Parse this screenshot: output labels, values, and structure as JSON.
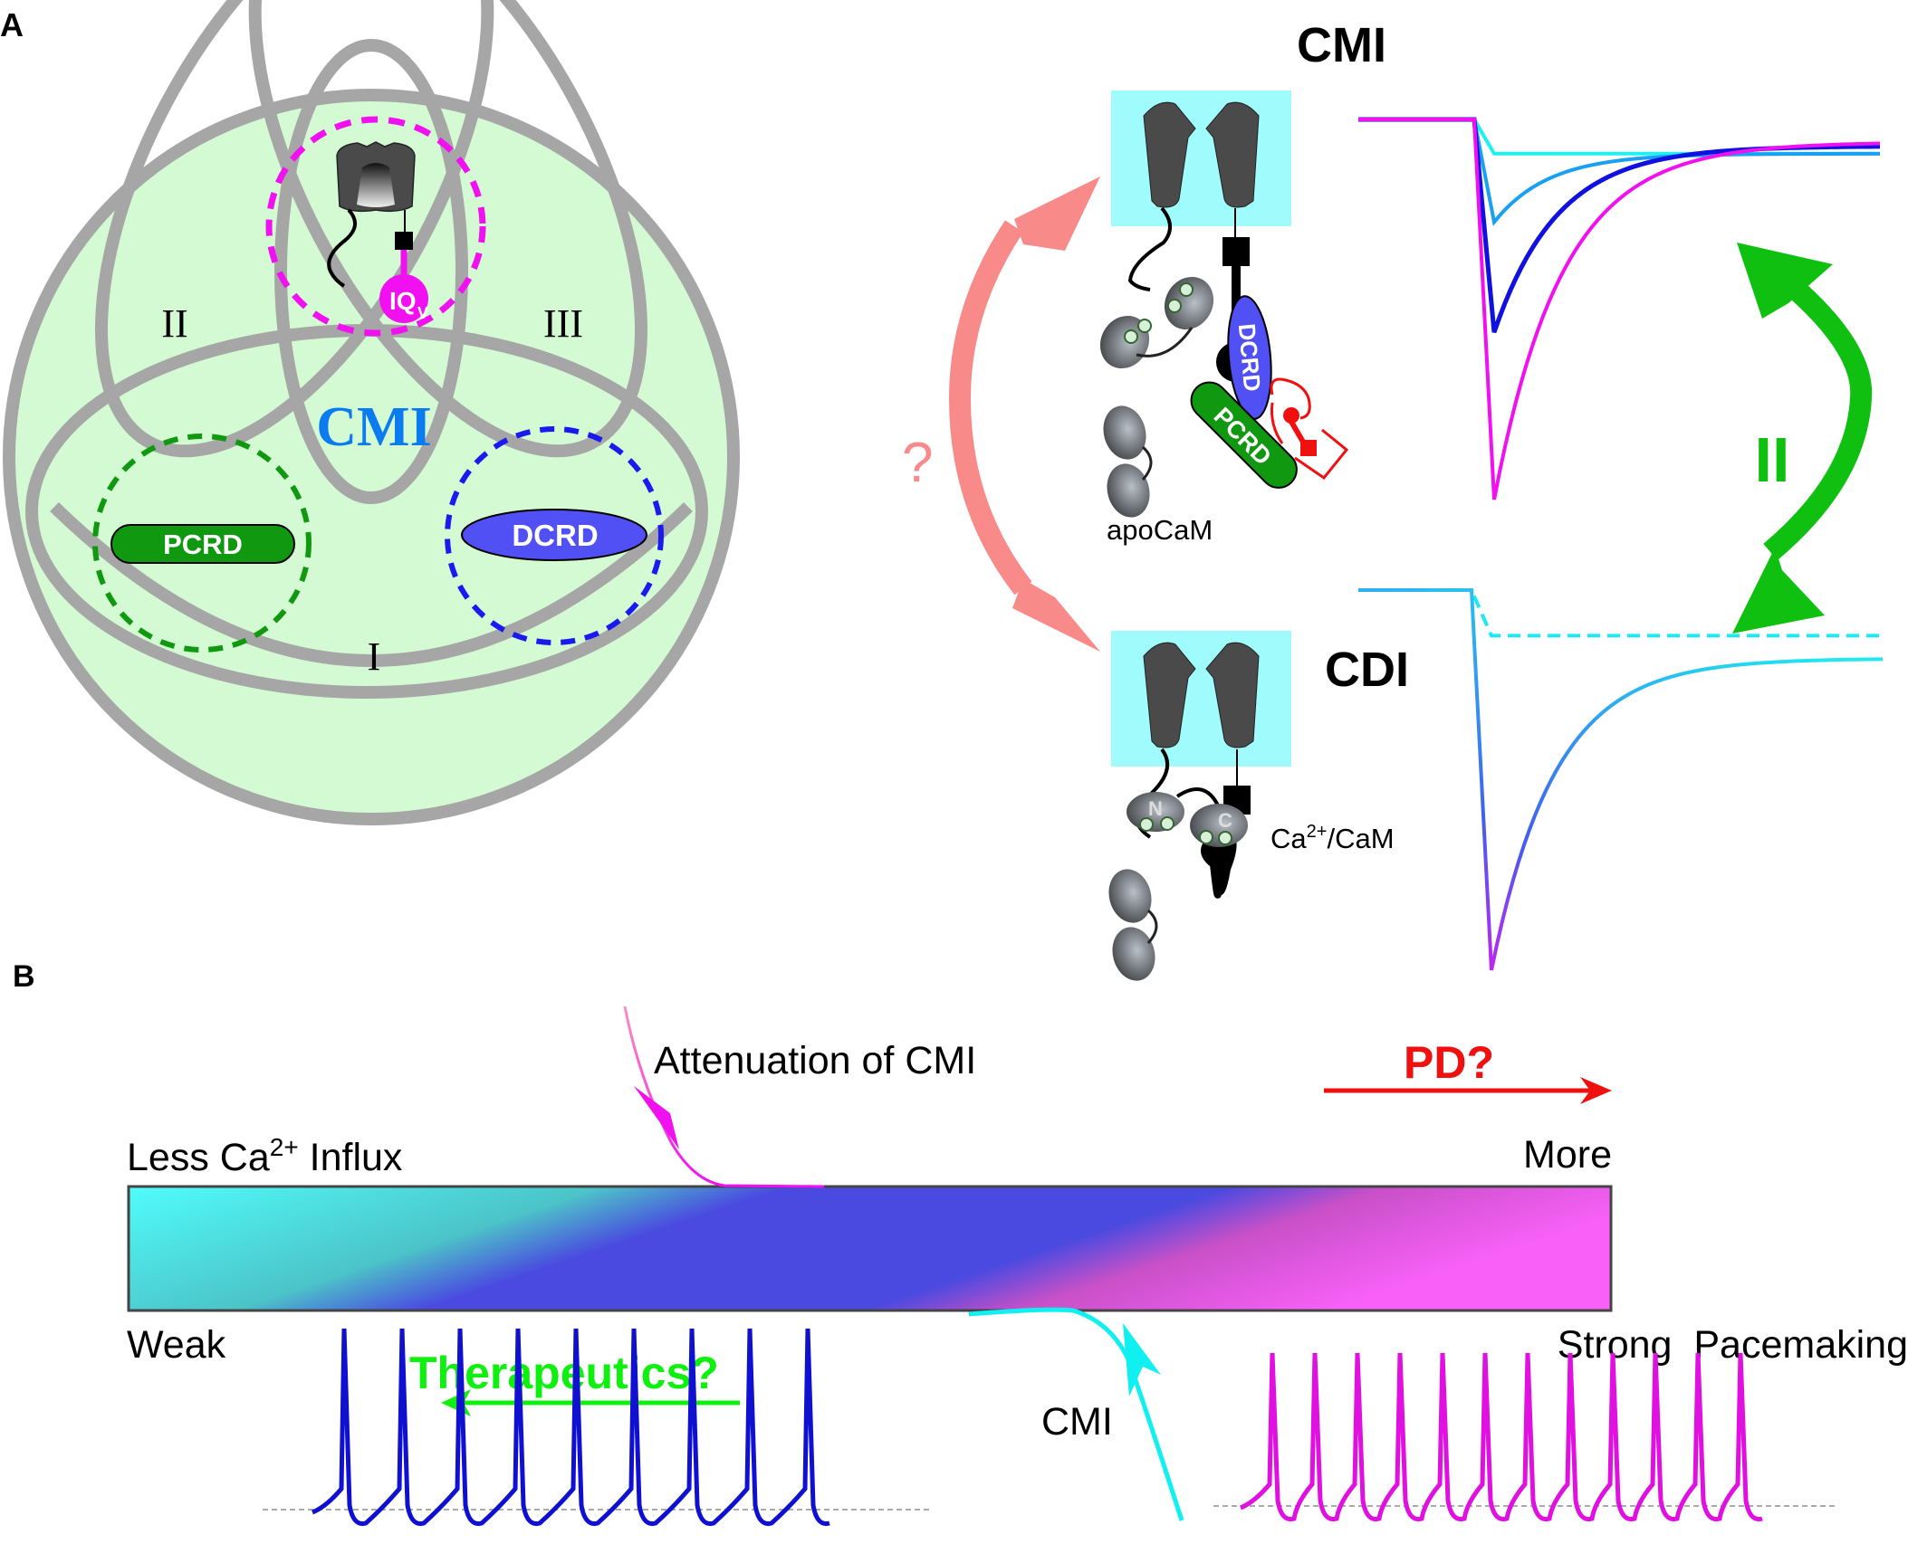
{
  "panels": {
    "a_label": "A",
    "b_label": "B"
  },
  "venn": {
    "regions": {
      "top": "",
      "left": "II",
      "right": "III",
      "bottom": "I"
    },
    "center_label": "CMI",
    "domains": {
      "pcrd": "PCRD",
      "dcrd": "DCRD",
      "iq_main": "IQ",
      "iq_sub": "V"
    },
    "colors": {
      "fill": "#d4fad4",
      "outline": "#a6a6a6",
      "cmi": "#0a7cf0",
      "pcrd": "#109910",
      "dcrd": "#5050f5",
      "iq": "#f010f0"
    }
  },
  "mechanism": {
    "cmi_title": "CMI",
    "cdi_title": "CDI",
    "question_mark": "?",
    "equal_sign": "II",
    "apocam_label": "apoCaM",
    "ca_cam_base": "Ca",
    "ca_cam_sup": "2+",
    "ca_cam_rest": "/CaM",
    "n_lobe": "N",
    "c_lobe": "C",
    "dcrd_label": "DCRD",
    "pcrd_label": "PCRD",
    "colors": {
      "membrane": "#a0fcfc",
      "channel": "#4a4a4a",
      "pink_arrow": "#f88a8a",
      "green_arrow": "#10c010"
    }
  },
  "traces": {
    "cmi_series": [
      {
        "name": "cyan",
        "color": "#20f0f0",
        "peak": 0.09
      },
      {
        "name": "light-blue",
        "color": "#1aa0f0",
        "peak": 0.27
      },
      {
        "name": "blue",
        "color": "#1010e0",
        "peak": 0.56
      },
      {
        "name": "magenta",
        "color": "#f010f0",
        "peak": 1.0
      }
    ],
    "cdi_series": [
      {
        "name": "dashed-cyan",
        "color": "#20e8f0",
        "peak": 0.12
      },
      {
        "name": "gradient",
        "color": "#f010f0",
        "peak": 1.0
      }
    ]
  },
  "panel_b": {
    "attenuation_label": "Attenuation of CMI",
    "pd_label": "PD?",
    "less_label": "Less Ca",
    "less_sup": "2+",
    "less_rest": " Influx",
    "more_label": "More",
    "weak_label": "Weak",
    "strong_label": "Strong  Pacemaking",
    "therapeutics_label": "Therapeutics?",
    "cmi_label": "CMI",
    "colors": {
      "pd": "#f01010",
      "therapeutics": "#10f010",
      "weak_spikes": "#1010d0",
      "strong_spikes": "#e010e0",
      "bar_start": "#50fcfc",
      "bar_mid": "#4a4ae0",
      "bar_end": "#f860f8"
    },
    "weak_spike_count": 9,
    "strong_spike_count": 12
  }
}
